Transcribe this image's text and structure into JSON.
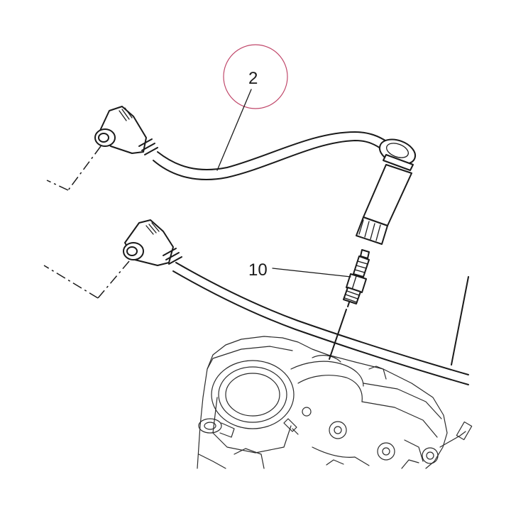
{
  "callouts": [
    {
      "id": "ignition-lead",
      "label": "2"
    },
    {
      "id": "spark-plug",
      "label": "10"
    }
  ],
  "colors": {
    "line": "#1a1a1a",
    "highlight_circle": "#c0476a",
    "background": "#ffffff"
  }
}
